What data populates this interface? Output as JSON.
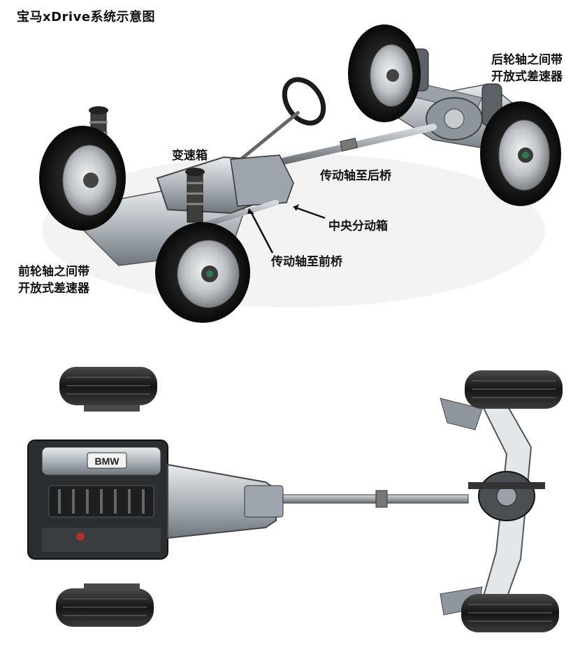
{
  "title": "宝马xDrive系统示意图",
  "labels": {
    "gearbox": "变速箱",
    "rear_shaft": "传动轴至后桥",
    "center_transfer": "中央分动箱",
    "front_shaft": "传动轴至前桥",
    "rear_diff_line1": "后轮轴之间带",
    "rear_diff_line2": "开放式差速器",
    "front_diff_line1": "前轮轴之间带",
    "front_diff_line2": "开放式差速器"
  },
  "engine_badge": "BMW"
}
